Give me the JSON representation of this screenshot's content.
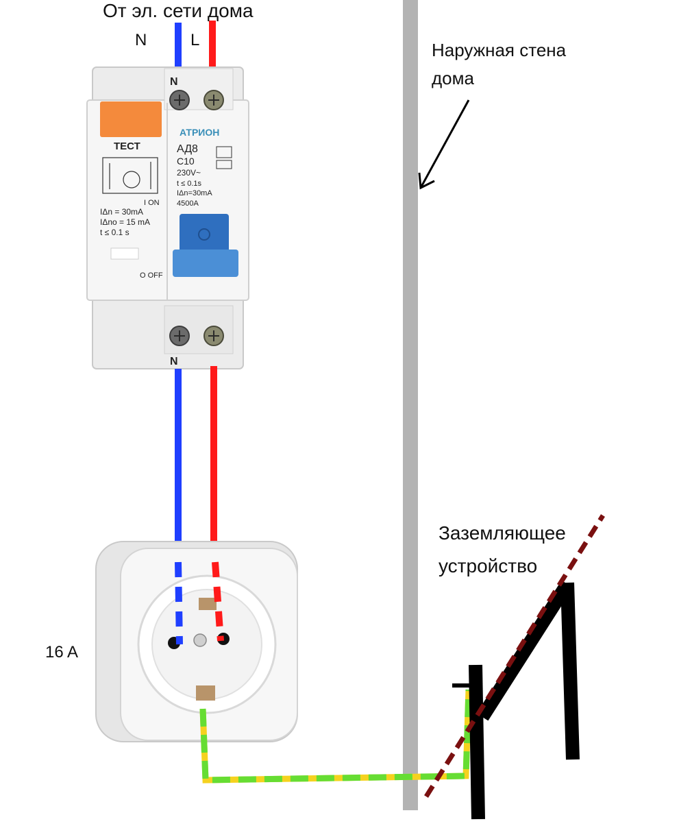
{
  "labels": {
    "source": "От эл. сети дома",
    "neutral": "N",
    "line": "L",
    "wall": [
      "Наружная стена",
      "дома"
    ],
    "ground_device": [
      "Заземляющее",
      "устройство"
    ],
    "socket_rating": "16 A"
  },
  "breaker": {
    "brand": "АТРИОН",
    "test_label": "ТЕСТ",
    "model": "АД8",
    "curve": "С10",
    "voltage": "230V~",
    "trip_time": "t  ≤ 0.1s",
    "idn": "IΔn=30mA",
    "breaking_capacity": "4500A",
    "left_rating_1": "IΔn  = 30mA",
    "left_rating_2": "IΔno = 15 mA",
    "left_rating_3": "t  ≤ 0.1 s",
    "on_label": "I ON",
    "off_label": "O OFF",
    "top_terminal": "N",
    "bottom_terminal": "N"
  },
  "colors": {
    "neutral_wire": "#1f3fff",
    "line_wire": "#ff1a1a",
    "ground_wire_green": "#66dd33",
    "ground_wire_yellow": "#f5d21f",
    "wall": "#b3b3b3",
    "ground_rod": "#000000",
    "dashed_line": "#7a1010",
    "test_button": "#f48a3c",
    "breaker_lever": "#3d7fc8"
  }
}
